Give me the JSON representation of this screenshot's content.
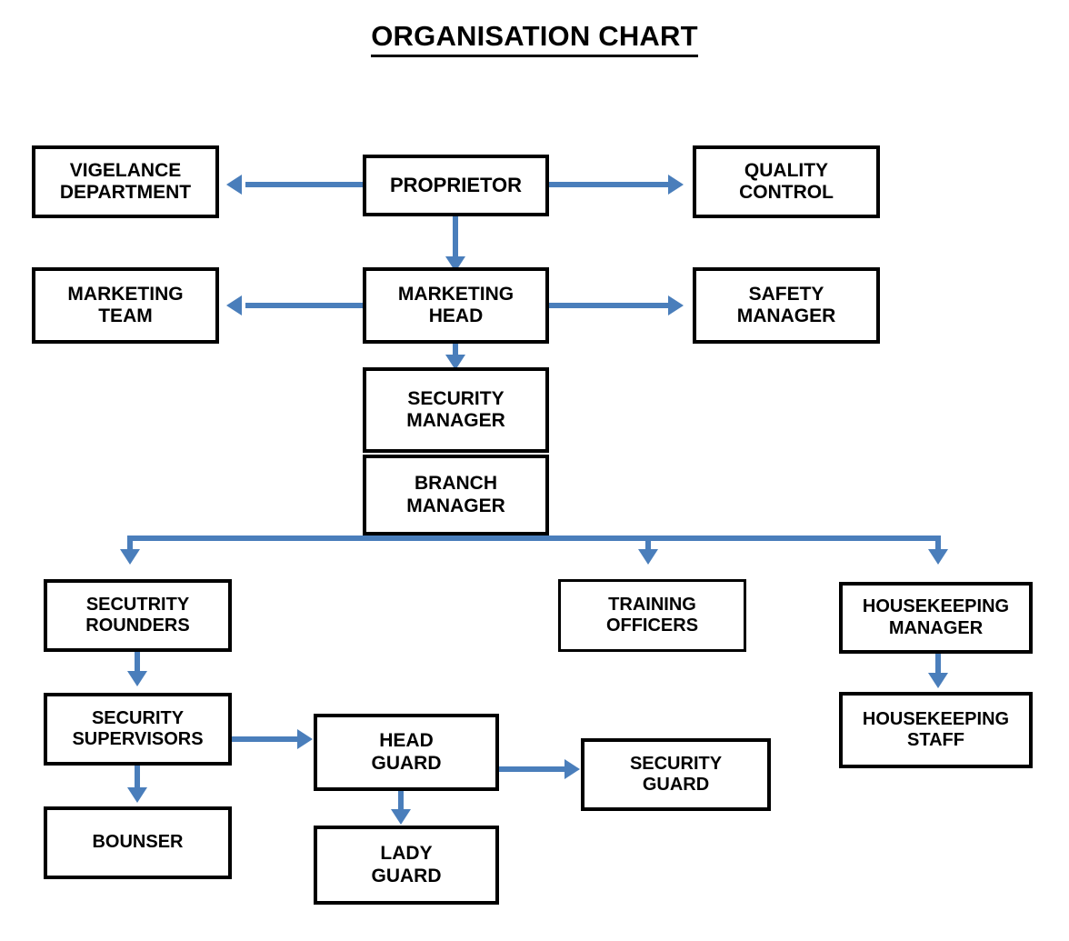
{
  "title": "ORGANISATION CHART",
  "theme": {
    "connector_color": "#4a7ebb",
    "box_border_color": "#000000",
    "box_fill_color": "#ffffff",
    "text_color": "#000000",
    "page_background": "#ffffff"
  },
  "nodes": {
    "vigelance_department": "VIGELANCE\nDEPARTMENT",
    "proprietor": "PROPRIETOR",
    "quality_control": "QUALITY\nCONTROL",
    "marketing_team": "MARKETING\nTEAM",
    "marketing_head": "MARKETING\nHEAD",
    "safety_manager": "SAFETY\nMANAGER",
    "security_manager": "SECURITY\nMANAGER",
    "branch_manager": "BRANCH\nMANAGER",
    "secutrity_rounders": "SECUTRITY\nROUNDERS",
    "training_officers": "TRAINING\nOFFICERS",
    "housekeeping_manager": "HOUSEKEEPING\nMANAGER",
    "security_supervisors": "SECURITY\nSUPERVISORS",
    "housekeeping_staff": "HOUSEKEEPING\nSTAFF",
    "head_guard": "HEAD\nGUARD",
    "security_guard": "SECURITY\nGUARD",
    "bounser": "BOUNSER",
    "lady_guard": "LADY\nGUARD"
  },
  "chart_data": {
    "type": "diagram",
    "diagram_kind": "organisation-chart",
    "title": "ORGANISATION CHART",
    "nodes": [
      {
        "id": "proprietor",
        "label": "PROPRIETOR",
        "level": 0
      },
      {
        "id": "vigelance_department",
        "label": "VIGELANCE DEPARTMENT",
        "level": 1
      },
      {
        "id": "quality_control",
        "label": "QUALITY CONTROL",
        "level": 1
      },
      {
        "id": "marketing_head",
        "label": "MARKETING HEAD",
        "level": 1
      },
      {
        "id": "marketing_team",
        "label": "MARKETING TEAM",
        "level": 2
      },
      {
        "id": "safety_manager",
        "label": "SAFETY MANAGER",
        "level": 2
      },
      {
        "id": "security_manager",
        "label": "SECURITY MANAGER",
        "level": 2
      },
      {
        "id": "branch_manager",
        "label": "BRANCH MANAGER",
        "level": 3
      },
      {
        "id": "secutrity_rounders",
        "label": "SECUTRITY ROUNDERS",
        "level": 4
      },
      {
        "id": "training_officers",
        "label": "TRAINING OFFICERS",
        "level": 4
      },
      {
        "id": "housekeeping_manager",
        "label": "HOUSEKEEPING MANAGER",
        "level": 4
      },
      {
        "id": "security_supervisors",
        "label": "SECURITY SUPERVISORS",
        "level": 5
      },
      {
        "id": "housekeeping_staff",
        "label": "HOUSEKEEPING STAFF",
        "level": 5
      },
      {
        "id": "head_guard",
        "label": "HEAD GUARD",
        "level": 6
      },
      {
        "id": "bounser",
        "label": "BOUNSER",
        "level": 6
      },
      {
        "id": "security_guard",
        "label": "SECURITY GUARD",
        "level": 7
      },
      {
        "id": "lady_guard",
        "label": "LADY GUARD",
        "level": 7
      }
    ],
    "edges": [
      {
        "from": "proprietor",
        "to": "vigelance_department",
        "direction": "left"
      },
      {
        "from": "proprietor",
        "to": "quality_control",
        "direction": "right"
      },
      {
        "from": "proprietor",
        "to": "marketing_head",
        "direction": "down"
      },
      {
        "from": "marketing_head",
        "to": "marketing_team",
        "direction": "left"
      },
      {
        "from": "marketing_head",
        "to": "safety_manager",
        "direction": "right"
      },
      {
        "from": "marketing_head",
        "to": "security_manager",
        "direction": "down"
      },
      {
        "from": "branch_manager",
        "to": "secutrity_rounders",
        "direction": "down"
      },
      {
        "from": "branch_manager",
        "to": "training_officers",
        "direction": "down"
      },
      {
        "from": "branch_manager",
        "to": "housekeeping_manager",
        "direction": "down"
      },
      {
        "from": "secutrity_rounders",
        "to": "security_supervisors",
        "direction": "down"
      },
      {
        "from": "housekeeping_manager",
        "to": "housekeeping_staff",
        "direction": "down"
      },
      {
        "from": "security_supervisors",
        "to": "head_guard",
        "direction": "right"
      },
      {
        "from": "security_supervisors",
        "to": "bounser",
        "direction": "down"
      },
      {
        "from": "head_guard",
        "to": "security_guard",
        "direction": "right"
      },
      {
        "from": "head_guard",
        "to": "lady_guard",
        "direction": "down"
      }
    ]
  }
}
